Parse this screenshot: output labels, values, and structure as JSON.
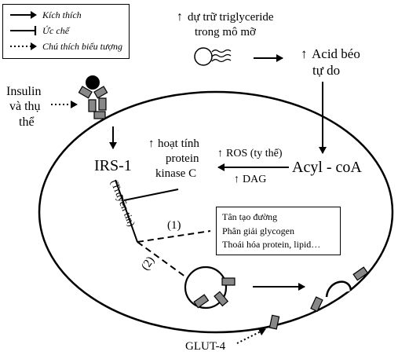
{
  "legend": {
    "stimulate": "Kích thích",
    "inhibit": "Ức chế",
    "annotation": "Chú thích biểu tượng"
  },
  "up_arrow": "↑",
  "triglyceride": {
    "line1": "dự trữ triglyceride",
    "line2": "trong mô mỡ"
  },
  "fatty_acid": {
    "line1": "Acid béo",
    "line2": "tự do"
  },
  "insulin_receptor": {
    "line1": "Insulin",
    "line2": "và thụ",
    "line3": "thể"
  },
  "irs1": "IRS-1",
  "pkc": {
    "line1": "hoạt tính",
    "line2": "protein",
    "line3": "kinase C"
  },
  "ros": "ROS (ty thể)",
  "dag": "DAG",
  "acyl_coa": "Acyl - coA",
  "signal": "(Truyền tin)",
  "path1": "(1)",
  "path2": "(2)",
  "effects": [
    "Tân tạo đường",
    "Phân giải glycogen",
    "Thoái hóa protein, lipid…"
  ],
  "glut4": "GLUT-4"
}
